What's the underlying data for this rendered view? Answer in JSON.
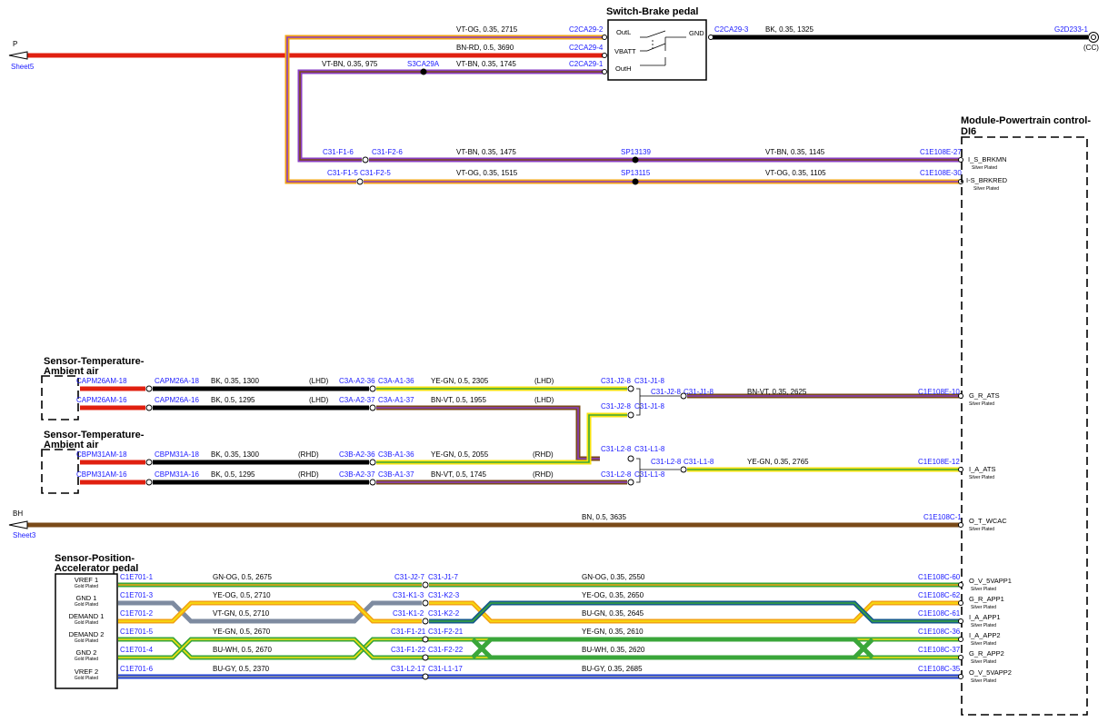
{
  "colors": {
    "VT": "#8a3ec2",
    "OG": "#f2a314",
    "BN": "#7a4a18",
    "RD": "#e02010",
    "BK": "#000000",
    "YE": "#f7e20e",
    "GN": "#3aa63a",
    "BU": "#1d3fd6",
    "GY": "#9a9a9a",
    "WH": "#ffffff",
    "connector": "#1a1aff"
  },
  "offsheet": {
    "p": {
      "letter": "P",
      "sheet": "Sheet5"
    },
    "bh": {
      "letter": "BH",
      "sheet": "Sheet3"
    }
  },
  "switch_brake": {
    "title": "Switch-Brake pedal",
    "pins": {
      "outl": "OutL",
      "vbatt": "VBATT",
      "outh": "OutH",
      "gnd": "GND"
    },
    "w1": {
      "spec": "VT-OG, 0.35, 2715",
      "conn": "C2CA29-2"
    },
    "w2": {
      "spec": "BN-RD, 0.5, 3690",
      "conn": "C2CA29-4"
    },
    "w3": {
      "spec_left": "VT-BN, 0.35, 975",
      "splice": "S3CA29A",
      "spec": "VT-BN, 0.35, 1745",
      "conn": "C2CA29-1"
    },
    "gnd": {
      "conn": "C2CA29-3",
      "spec": "BK, 0.35, 1325",
      "ground": "G2D233-1",
      "cc": "(CC)"
    }
  },
  "brake_lines": {
    "r1": {
      "c1": "C31-F1-6",
      "c2": "C31-F2-6",
      "spec_a": "VT-BN, 0.35, 1475",
      "splice": "SP13139",
      "spec_b": "VT-BN, 0.35, 1145",
      "conn": "C1E108E-27",
      "pin": "I_S_BRKMN",
      "plating": "Silver Plated"
    },
    "r2": {
      "c1": "C31-F1-5",
      "c2": "C31-F2-5",
      "spec_a": "VT-OG, 0.35, 1515",
      "splice": "SP13115",
      "spec_b": "VT-OG, 0.35, 1105",
      "conn": "C1E108E-30",
      "pin": "I-S_BRKRED",
      "plating": "Silver Plated"
    }
  },
  "pcm": {
    "title": "Module-Powertrain control-",
    "title2": "DI6"
  },
  "temp_lhd": {
    "title": "Sensor-Temperature-",
    "title2": "Ambient air",
    "r1": {
      "c1": "CAPM26AM-18",
      "c2": "CAPM26A-18",
      "spec": "BK, 0.35, 1300",
      "tag": "(LHD)",
      "c3": "C3A-A2-36",
      "c4": "C3A-A1-36",
      "spec2": "YE-GN, 0.5, 2305",
      "tag2": "(LHD)",
      "c5": "C31-J2-8",
      "c6": "C31-J1-8"
    },
    "r2": {
      "c1": "CAPM26AM-16",
      "c2": "CAPM26A-16",
      "spec": "BK, 0.5, 1295",
      "tag": "(LHD)",
      "c3": "C3A-A2-37",
      "c4": "C3A-A1-37",
      "spec2": "BN-VT, 0.5, 1955",
      "tag2": "(LHD)",
      "c5": "C31-J2-8",
      "c6": "C31-J1-8"
    },
    "out": {
      "c1": "C31-J2-8",
      "c2": "C31-J1-8",
      "spec": "BN-VT, 0.35, 2625",
      "conn": "C1E108E-10",
      "pin": "G_R_ATS",
      "plating": "Silver Plated"
    }
  },
  "temp_rhd": {
    "title": "Sensor-Temperature-",
    "title2": "Ambient air",
    "r1": {
      "c1": "CBPM31AM-18",
      "c2": "CBPM31A-18",
      "spec": "BK, 0.35, 1300",
      "tag": "(RHD)",
      "c3": "C3B-A2-36",
      "c4": "C3B-A1-36",
      "spec2": "YE-GN, 0.5, 2055",
      "tag2": "(RHD)",
      "c5": "C31-L2-8",
      "c6": "C31-L1-8"
    },
    "r2": {
      "c1": "CBPM31AM-16",
      "c2": "CBPM31A-16",
      "spec": "BK, 0.5, 1295",
      "tag": "(RHD)",
      "c3": "C3B-A2-37",
      "c4": "C3B-A1-37",
      "spec2": "BN-VT, 0.5, 1745",
      "tag2": "(RHD)",
      "c5": "C31-L2-8",
      "c6": "C31-L1-8"
    },
    "out": {
      "c1": "C31-L2-8",
      "c2": "C31-L1-8",
      "spec": "YE-GN, 0.35, 2765",
      "conn": "C1E108E-12",
      "pin": "I_A_ATS",
      "plating": "Silver Plated"
    }
  },
  "wcac": {
    "spec": "BN, 0.5, 3635",
    "conn": "C1E108C-1",
    "pin": "O_T_WCAC",
    "plating": "Silver Plated"
  },
  "app": {
    "title": "Sensor-Position-",
    "title2": "Accelerator pedal",
    "plating": "Gold Plated",
    "pcm_plating": "Silver Plated",
    "pins": [
      {
        "label": "VREF 1",
        "left": "C1E701-1",
        "spec_a": "GN-OG, 0.5, 2675",
        "c1": "C31-J2-7",
        "c2": "C31-J1-7",
        "spec_b": "GN-OG, 0.35, 2550",
        "conn": "C1E108C-60",
        "pin": "O_V_5VAPP1"
      },
      {
        "label": "GND 1",
        "left": "C1E701-3",
        "spec_a": "YE-OG, 0.5, 2710",
        "c1": "C31-K1-3",
        "c2": "C31-K2-3",
        "spec_b": "YE-OG, 0.35, 2650",
        "conn": "C1E108C-62",
        "pin": "G_R_APP1"
      },
      {
        "label": "DEMAND 1",
        "left": "C1E701-2",
        "spec_a": "VT-GN, 0.5, 2710",
        "c1": "C31-K1-2",
        "c2": "C31-K2-2",
        "spec_b": "BU-GN, 0.35, 2645",
        "conn": "C1E108C-61",
        "pin": "I_A_APP1"
      },
      {
        "label": "DEMAND 2",
        "left": "C1E701-5",
        "spec_a": "YE-GN, 0.5, 2670",
        "c1": "C31-F1-21",
        "c2": "C31-F2-21",
        "spec_b": "YE-GN, 0.35, 2610",
        "conn": "C1E108C-36",
        "pin": "I_A_APP2"
      },
      {
        "label": "GND 2",
        "left": "C1E701-4",
        "spec_a": "BU-WH, 0.5, 2670",
        "c1": "C31-F1-22",
        "c2": "C31-F2-22",
        "spec_b": "BU-WH, 0.35, 2620",
        "conn": "C1E108C-37",
        "pin": "G_R_APP2"
      },
      {
        "label": "VREF 2",
        "left": "C1E701-6",
        "spec_a": "BU-GY, 0.5, 2370",
        "c1": "C31-L2-17",
        "c2": "C31-L1-17",
        "spec_b": "BU-GY, 0.35, 2685",
        "conn": "C1E108C-35",
        "pin": "O_V_5VAPP2"
      }
    ]
  }
}
